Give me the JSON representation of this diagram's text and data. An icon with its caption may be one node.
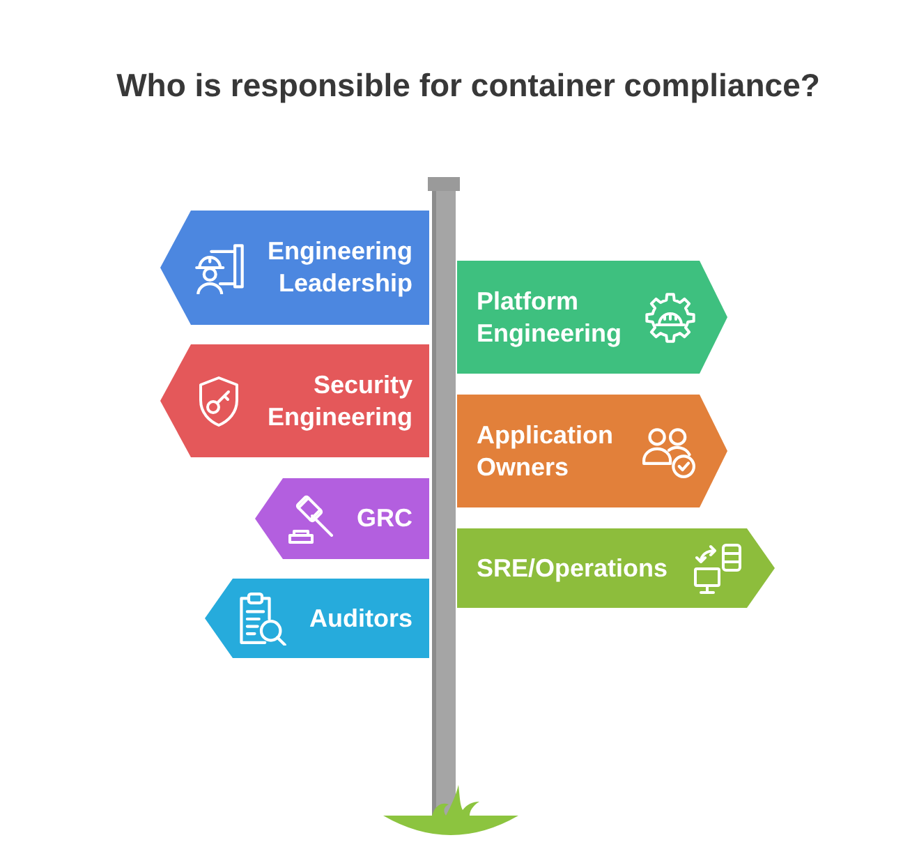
{
  "diagram": {
    "title": "Who is responsible for container compliance?",
    "nodes": [
      {
        "text": [
          "Engineering Leadership"
        ]
      },
      {
        "text": [
          "Platform Engineering"
        ]
      },
      {
        "text": [
          "Security Engineering"
        ]
      },
      {
        "text": [
          "Application Owners"
        ]
      },
      {
        "text": [
          "GRC"
        ]
      },
      {
        "text": [
          "SRE/Operations"
        ]
      },
      {
        "text": [
          "Auditors"
        ]
      }
    ]
  }
}
